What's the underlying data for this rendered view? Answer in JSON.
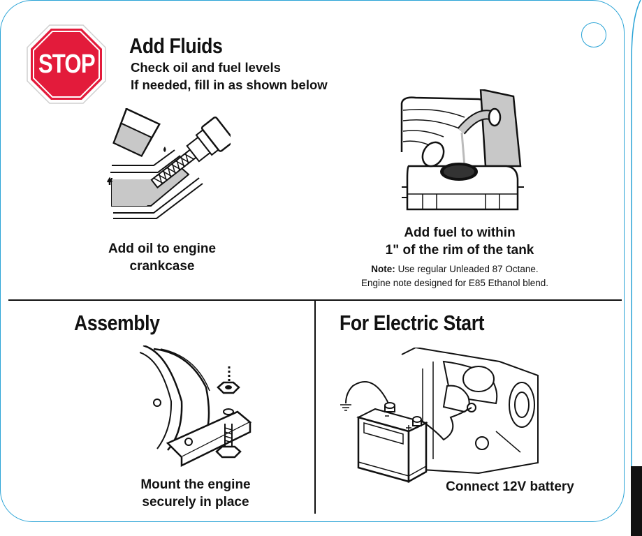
{
  "stop_sign": {
    "text": "STOP",
    "color": "#e31b3b"
  },
  "add_fluids": {
    "title": "Add Fluids",
    "line1": "Check oil and fuel levels",
    "line2": "If needed, fill in as shown below"
  },
  "oil": {
    "caption_line1": "Add oil to engine",
    "caption_line2": "crankcase"
  },
  "fuel": {
    "caption_line1": "Add fuel to within",
    "caption_line2": "1\" of the rim of the tank",
    "note_label": "Note:",
    "note_line1": "Use regular Unleaded 87 Octane.",
    "note_line2": "Engine note designed for E85 Ethanol blend."
  },
  "assembly": {
    "title": "Assembly",
    "caption_line1": "Mount the engine",
    "caption_line2": "securely in place"
  },
  "electric_start": {
    "title": "For Electric Start",
    "caption": "Connect 12V battery"
  },
  "colors": {
    "border": "#29a3d6",
    "stop_red": "#e31b3b",
    "fill_gray": "#c8c8c8",
    "ink": "#111111"
  }
}
